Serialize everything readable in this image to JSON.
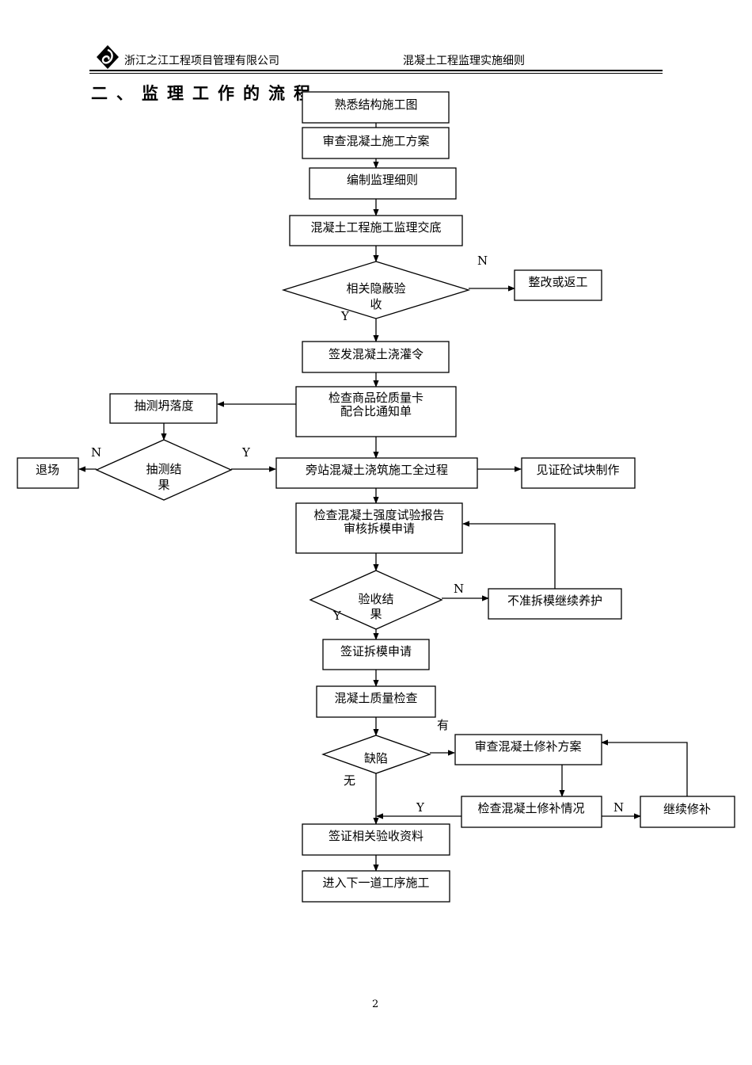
{
  "header": {
    "company": "浙江之江工程项目管理有限公司",
    "document": "混凝土工程监理实施细则"
  },
  "section_title": "二、监理工作的流程",
  "page_number": "2",
  "flow": {
    "nodes": {
      "n1": "熟悉结构施工图",
      "n2": "审查混凝土施工方案",
      "n3": "编制监理细则",
      "n4": "混凝土工程施工监理交底",
      "d1_l1": "相关隐蔽验",
      "d1_l2": "收",
      "r1": "整改或返工",
      "n5": "签发混凝土浇灌令",
      "n6_l1": "检查商品砼质量卡",
      "n6_l2": "配合比通知单",
      "l1": "抽测坍落度",
      "d2_l1": "抽测结",
      "d2_l2": "果",
      "l2": "退场",
      "n7": "旁站混凝土浇筑施工全过程",
      "r2": "见证砼试块制作",
      "n8_l1": "检查混凝土强度试验报告",
      "n8_l2": "审核拆模申请",
      "d3_l1": "验收结",
      "d3_l2": "果",
      "r3": "不准拆模继续养护",
      "n9": "签证拆模申请",
      "n10": "混凝土质量检查",
      "d4": "缺陷",
      "r4": "审查混凝土修补方案",
      "r5": "检查混凝土修补情况",
      "r6": "继续修补",
      "n11": "签证相关验收资料",
      "n12": "进入下一道工序施工"
    },
    "edge_labels": {
      "d1_no": "N",
      "d1_yes": "Y",
      "d2_no": "N",
      "d2_yes": "Y",
      "d3_no": "N",
      "d3_yes": "Y",
      "d4_has": "有",
      "d4_none": "无",
      "r5_yes": "Y",
      "r5_no": "N"
    }
  }
}
